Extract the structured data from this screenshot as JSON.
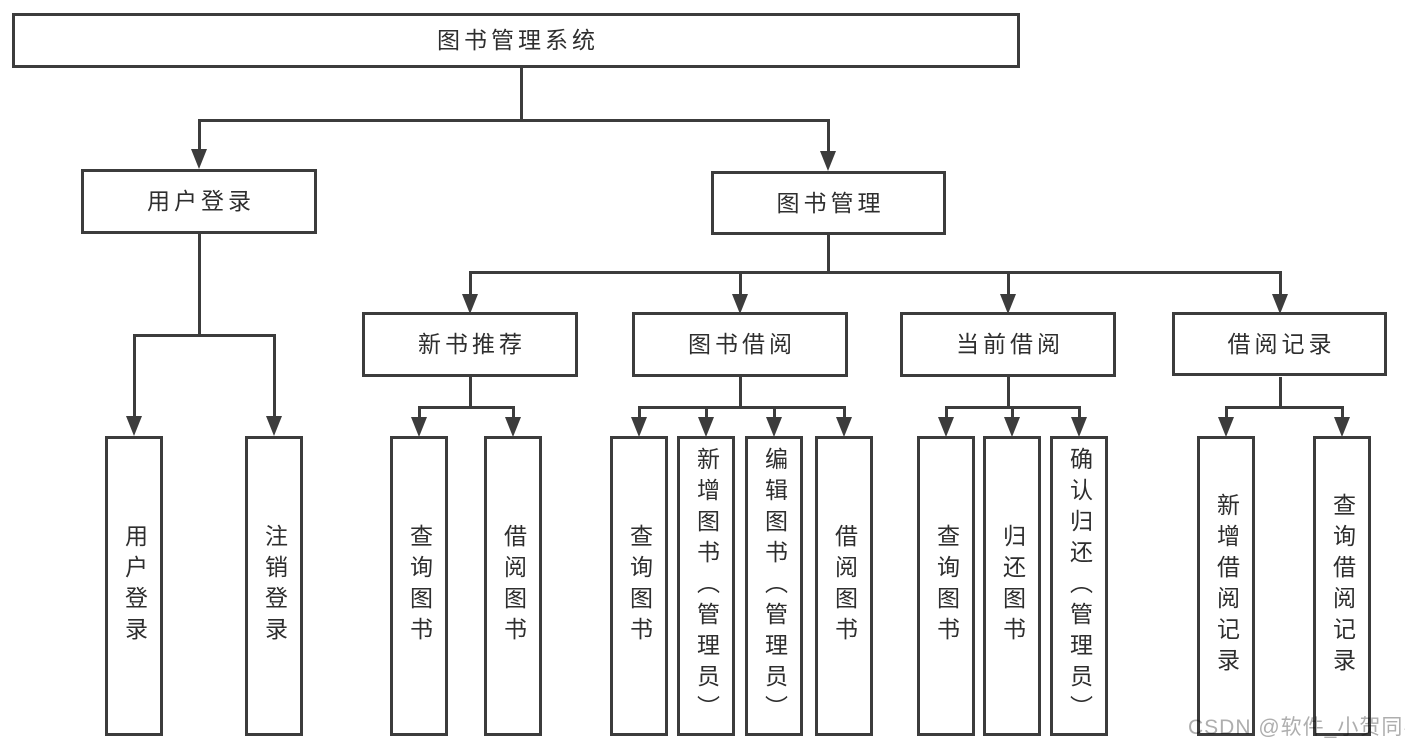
{
  "diagram": {
    "root": {
      "label": "图书管理系统"
    },
    "level2": [
      {
        "label": "用户登录"
      },
      {
        "label": "图书管理"
      }
    ],
    "level3": [
      {
        "label": "新书推荐"
      },
      {
        "label": "图书借阅"
      },
      {
        "label": "当前借阅"
      },
      {
        "label": "借阅记录"
      }
    ],
    "leaves": [
      {
        "label": "用户登录"
      },
      {
        "label": "注销登录"
      },
      {
        "label": "查询图书"
      },
      {
        "label": "借阅图书"
      },
      {
        "label": "查询图书"
      },
      {
        "label": "新增图书（管理员）"
      },
      {
        "label": "编辑图书（管理员）"
      },
      {
        "label": "借阅图书"
      },
      {
        "label": "查询图书"
      },
      {
        "label": "归还图书"
      },
      {
        "label": "确认归还（管理员）"
      },
      {
        "label": "新增借阅记录"
      },
      {
        "label": "查询借阅记录"
      }
    ],
    "colors": {
      "border": "#3c3c3c",
      "text": "#2e2e2e",
      "background": "#ffffff",
      "watermark": "#aeaeae"
    }
  },
  "watermark": {
    "text": "CSDN @软件_小贺同学"
  }
}
